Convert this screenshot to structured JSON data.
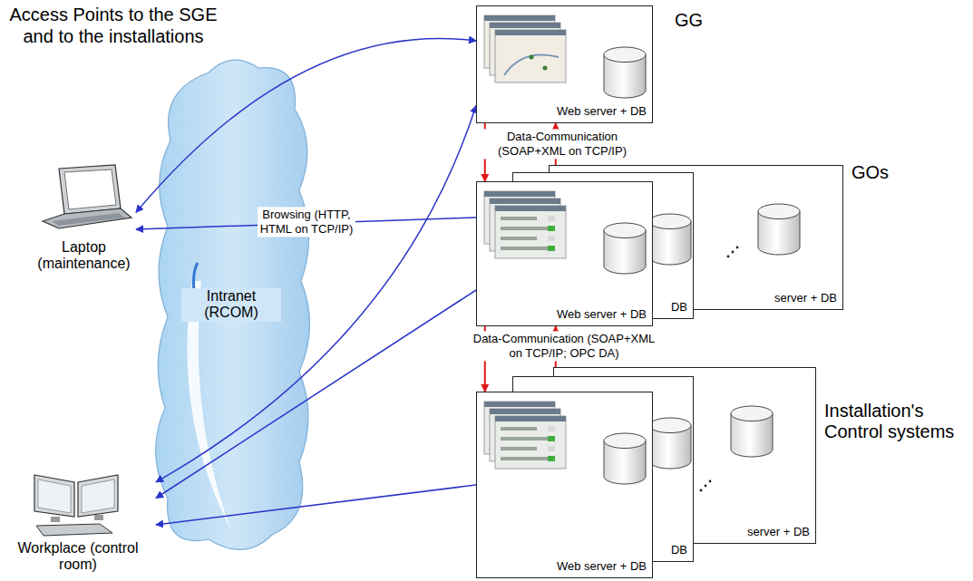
{
  "diagram": {
    "nodes": [
      {
        "text": [
          "Intranet (RCOM)"
        ]
      },
      {
        "text": [
          "Laptop (maintenance)"
        ]
      },
      {
        "text": [
          "Workplace (control room)"
        ]
      },
      {
        "text": [
          "GG",
          "Web server + DB"
        ]
      },
      {
        "text": [
          "GOs",
          "server + DB"
        ]
      },
      {
        "text": [
          "DB"
        ]
      },
      {
        "text": [
          "Web server + DB"
        ]
      },
      {
        "text": [
          "Installation's Control systems",
          "server + DB"
        ]
      },
      {
        "text": [
          "DB"
        ]
      },
      {
        "text": [
          "Web server + DB"
        ]
      }
    ],
    "edges": [
      {
        "from": 3,
        "to": 1,
        "arrow": "both"
      },
      {
        "from": 6,
        "to": 1,
        "arrow": "to",
        "label": "Browsing (HTTP, HTML on TCP/IP)"
      },
      {
        "from": 3,
        "to": 2,
        "arrow": "both"
      },
      {
        "from": 6,
        "to": 2,
        "arrow": "to"
      },
      {
        "from": 9,
        "to": 2,
        "arrow": "to"
      },
      {
        "from": 3,
        "to": 6,
        "arrow": "to",
        "label": "Data-Communication (SOAP+XML on TCP/IP)"
      },
      {
        "from": 6,
        "to": 3,
        "arrow": "to"
      },
      {
        "from": 6,
        "to": 9,
        "arrow": "to",
        "label": "Data-Communication (SOAP+XML on TCP/IP; OPC DA)"
      },
      {
        "from": 9,
        "to": 6,
        "arrow": "to"
      }
    ],
    "labels": [
      "Access Points to the SGE and to the installations"
    ]
  }
}
